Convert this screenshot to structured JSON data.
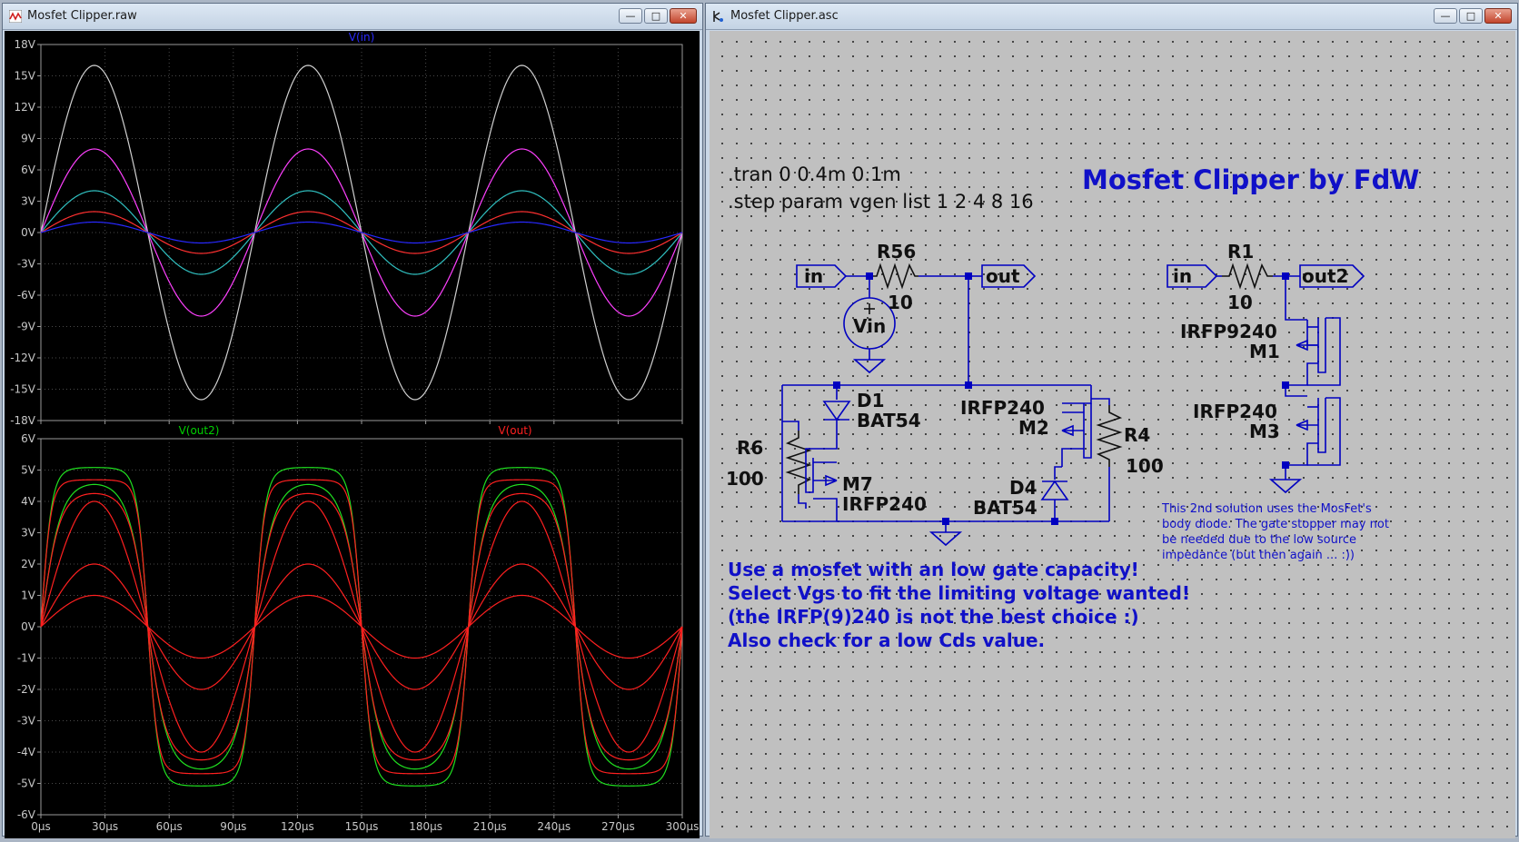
{
  "waveform_window": {
    "title": "Mosfet Clipper.raw",
    "minimize_label": "—",
    "maximize_label": "□",
    "close_label": "✕"
  },
  "schematic_window": {
    "title": "Mosfet Clipper.asc",
    "minimize_label": "—",
    "maximize_label": "□",
    "close_label": "✕"
  },
  "colors": {
    "plot_background": "#000000",
    "grid": "#5a5a5a",
    "tick_label": "#c8c8c8",
    "v_in_label": "#2a2aff",
    "v_out2_label": "#00d000",
    "v_out_label": "#ff2020",
    "schematic_wire": "#0000c0",
    "schematic_text": "#101010",
    "schematic_note": "#1010c8"
  },
  "chart_data": [
    {
      "type": "line",
      "legend": [
        "V(in)"
      ],
      "x_ticks": [
        "0µs",
        "30µs",
        "60µs",
        "90µs",
        "120µs",
        "150µs",
        "180µs",
        "210µs",
        "240µs",
        "270µs",
        "300µs"
      ],
      "y_ticks": [
        "18V",
        "15V",
        "12V",
        "9V",
        "6V",
        "3V",
        "0V",
        "-3V",
        "-6V",
        "-9V",
        "-12V",
        "-15V",
        "-18V"
      ],
      "xlim": [
        0,
        300
      ],
      "ylim": [
        -18,
        18
      ],
      "x_unit": "µs",
      "period_us": 100,
      "series": [
        {
          "amplitude": 16,
          "color": "#d0d0d0"
        },
        {
          "amplitude": 8,
          "color": "#ff40ff"
        },
        {
          "amplitude": 4,
          "color": "#30c0c0"
        },
        {
          "amplitude": 2,
          "color": "#ff3030"
        },
        {
          "amplitude": 1,
          "color": "#2828ff"
        }
      ]
    },
    {
      "type": "line",
      "legend": [
        "V(out2)",
        "V(out)"
      ],
      "x_ticks": [
        "0µs",
        "30µs",
        "60µs",
        "90µs",
        "120µs",
        "150µs",
        "180µs",
        "210µs",
        "240µs",
        "270µs",
        "300µs"
      ],
      "y_ticks": [
        "6V",
        "5V",
        "4V",
        "3V",
        "2V",
        "1V",
        "0V",
        "-1V",
        "-2V",
        "-3V",
        "-4V",
        "-5V",
        "-6V"
      ],
      "xlim": [
        0,
        300
      ],
      "ylim": [
        -6,
        6
      ],
      "x_unit": "µs",
      "period_us": 100,
      "series": [
        {
          "name": "V(out2)",
          "color": "#20e020",
          "drive": [
            16,
            8
          ],
          "clip": [
            5.1,
            4.9
          ]
        },
        {
          "name": "V(out)",
          "color": "#ff2020",
          "drive": [
            16,
            8,
            4,
            2,
            1
          ],
          "clip": [
            4.7,
            4.5,
            4.0,
            2.0,
            1.0
          ]
        }
      ]
    }
  ],
  "schematic": {
    "directives": [
      ".tran 0 0.4m 0.1m",
      ".step param vgen list 1 2 4 8 16"
    ],
    "heading": "Mosfet Clipper by FdW",
    "labels": {
      "in": "in",
      "out": "out",
      "in2": "in",
      "out2": "out2",
      "r56": "R56",
      "r56_val": "10",
      "r1": "R1",
      "r1_val": "10",
      "vin": "Vin",
      "d1": "D1",
      "d1_model": "BAT54",
      "d4": "D4",
      "d4_model": "BAT54",
      "m2_model": "IRFP240",
      "m2": "M2",
      "m7": "M7",
      "m7_model": "IRFP240",
      "m1_model": "IRFP9240",
      "m1": "M1",
      "m3_model": "IRFP240",
      "m3": "M3",
      "r6": "R6",
      "r6_val": "100",
      "r4": "R4",
      "r4_val": "100"
    },
    "note_lines": [
      "Use a mosfet with an low gate capacity!",
      "Select Vgs to fit the limiting voltage wanted!",
      "(the IRFP(9)240 is not the best choice :)",
      "Also check for a low Cds value."
    ],
    "side_note_lines": [
      "This 2nd solution uses the MosFet's",
      "body diode. The gate stopper may not",
      "be needed due to the low source",
      "impedance (but then again ... :))"
    ]
  }
}
